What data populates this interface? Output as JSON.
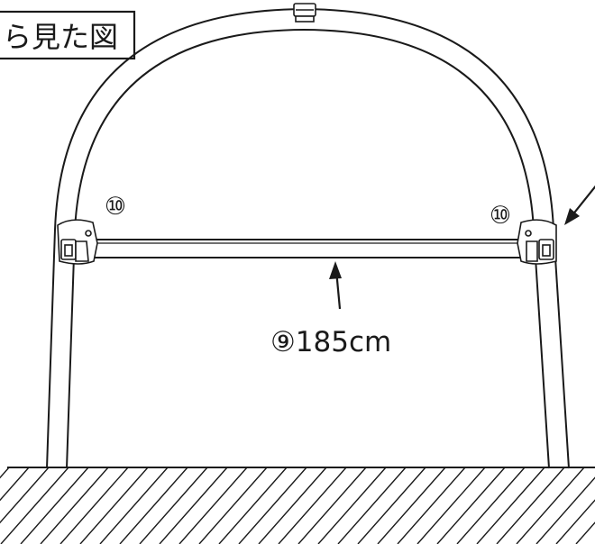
{
  "title_box": {
    "text": "ら見た図"
  },
  "labels": {
    "part_10_left": "⑩",
    "part_10_right": "⑩",
    "part_9_dimension": "⑨185cm"
  },
  "colors": {
    "line": "#1a1a1a",
    "background": "#ffffff"
  }
}
